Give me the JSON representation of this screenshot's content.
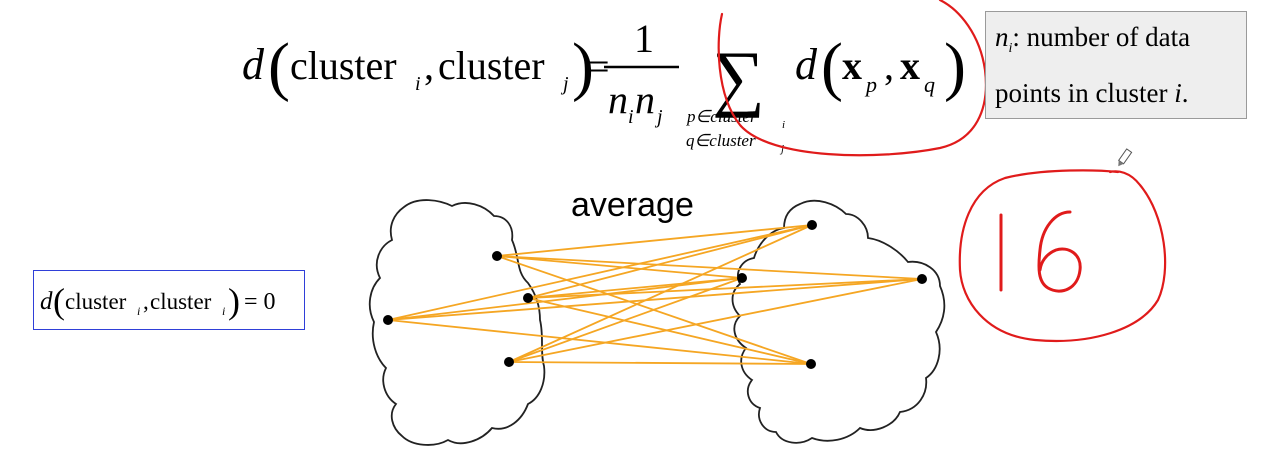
{
  "formula": {
    "lhs_d": "d",
    "cluster_word": "cluster",
    "sub_i": "i",
    "sub_j": "j",
    "comma": ",",
    "equals": "=",
    "numerator": "1",
    "denominator_n1": "n",
    "denominator_n2": "n",
    "sigma": "∑",
    "sum_lower_1": "p∈cluster",
    "sum_lower_2": "q∈cluster",
    "rhs_d": "d",
    "x": "x",
    "sub_p": "p",
    "sub_q": "q"
  },
  "info_box": {
    "var": "n",
    "var_sub": "i",
    "text_1": ": number of data",
    "text_2": "points in cluster ",
    "text_2_var": "i",
    "text_2_end": "."
  },
  "diagram": {
    "label": "average",
    "edge_color": "#f5a623",
    "node_color": "#000000"
  },
  "side_formula": {
    "d": "d",
    "cluster_word": "cluster",
    "sub_i": "i",
    "comma": ",",
    "equals_zero": "= 0",
    "border_color": "#2f3fd8"
  },
  "annotation": {
    "number": "16",
    "color": "#e01b1b"
  }
}
